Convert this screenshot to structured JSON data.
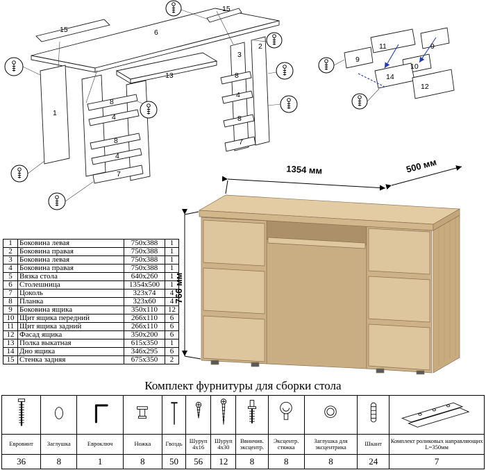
{
  "dimensions": {
    "width": "1354 мм",
    "depth": "500 мм",
    "height": "766 мм"
  },
  "exploded_main": {
    "labels": [
      "15",
      "6",
      "15",
      "13",
      "1",
      "8",
      "4",
      "8",
      "4",
      "7",
      "3",
      "2",
      "8",
      "4",
      "8",
      "7"
    ]
  },
  "exploded_drawer": {
    "labels": [
      "11",
      "9",
      "9",
      "10",
      "14",
      "12"
    ]
  },
  "parts_table": {
    "rows": [
      {
        "num": "1",
        "name": "Боковина левая",
        "size": "750x388",
        "qty": "1"
      },
      {
        "num": "2",
        "name": "Боковина правая",
        "size": "750x388",
        "qty": "1"
      },
      {
        "num": "3",
        "name": "Боковина левая",
        "size": "750x388",
        "qty": "1"
      },
      {
        "num": "4",
        "name": "Боковина правая",
        "size": "750x388",
        "qty": "1"
      },
      {
        "num": "5",
        "name": "Вязка стола",
        "size": "640x260",
        "qty": "1"
      },
      {
        "num": "6",
        "name": "Столешница",
        "size": "1354x500",
        "qty": "1"
      },
      {
        "num": "7",
        "name": "Цоколь",
        "size": "323x74",
        "qty": "4"
      },
      {
        "num": "8",
        "name": "Планка",
        "size": "323x60",
        "qty": "4"
      },
      {
        "num": "9",
        "name": "Боковина ящика",
        "size": "350x110",
        "qty": "12"
      },
      {
        "num": "10",
        "name": "Щит ящика передний",
        "size": "266x110",
        "qty": "6"
      },
      {
        "num": "11",
        "name": "Щит ящика задний",
        "size": "266x110",
        "qty": "6"
      },
      {
        "num": "12",
        "name": "Фасад ящика",
        "size": "350x200",
        "qty": "6"
      },
      {
        "num": "13",
        "name": "Полка выкатная",
        "size": "615x350",
        "qty": "1"
      },
      {
        "num": "14",
        "name": "Дно ящика",
        "size": "346x295",
        "qty": "6"
      },
      {
        "num": "15",
        "name": "Стенка задняя",
        "size": "675x350",
        "qty": "2"
      }
    ]
  },
  "hardware": {
    "title": "Комплект фурнитуры для сборки стола",
    "items": [
      {
        "label": "Евровинт",
        "qty": "36"
      },
      {
        "label": "Заглушка",
        "qty": "8"
      },
      {
        "label": "Евроключ",
        "qty": "1"
      },
      {
        "label": "Ножка",
        "qty": "8"
      },
      {
        "label": "Гвоздь",
        "qty": "50"
      },
      {
        "label": "Шуруп 4x16",
        "qty": "56"
      },
      {
        "label": "Шуруп 4x30",
        "qty": "12"
      },
      {
        "label": "Ввинчив. эксцентр.",
        "qty": "8"
      },
      {
        "label": "Эксцентр. стяжка",
        "qty": "8"
      },
      {
        "label": "Заглушка для эксцентрика",
        "qty": "8"
      },
      {
        "label": "Шкант",
        "qty": "24"
      },
      {
        "label": "Комплект роликовых направляющих L=350мм",
        "qty": "7"
      }
    ]
  }
}
